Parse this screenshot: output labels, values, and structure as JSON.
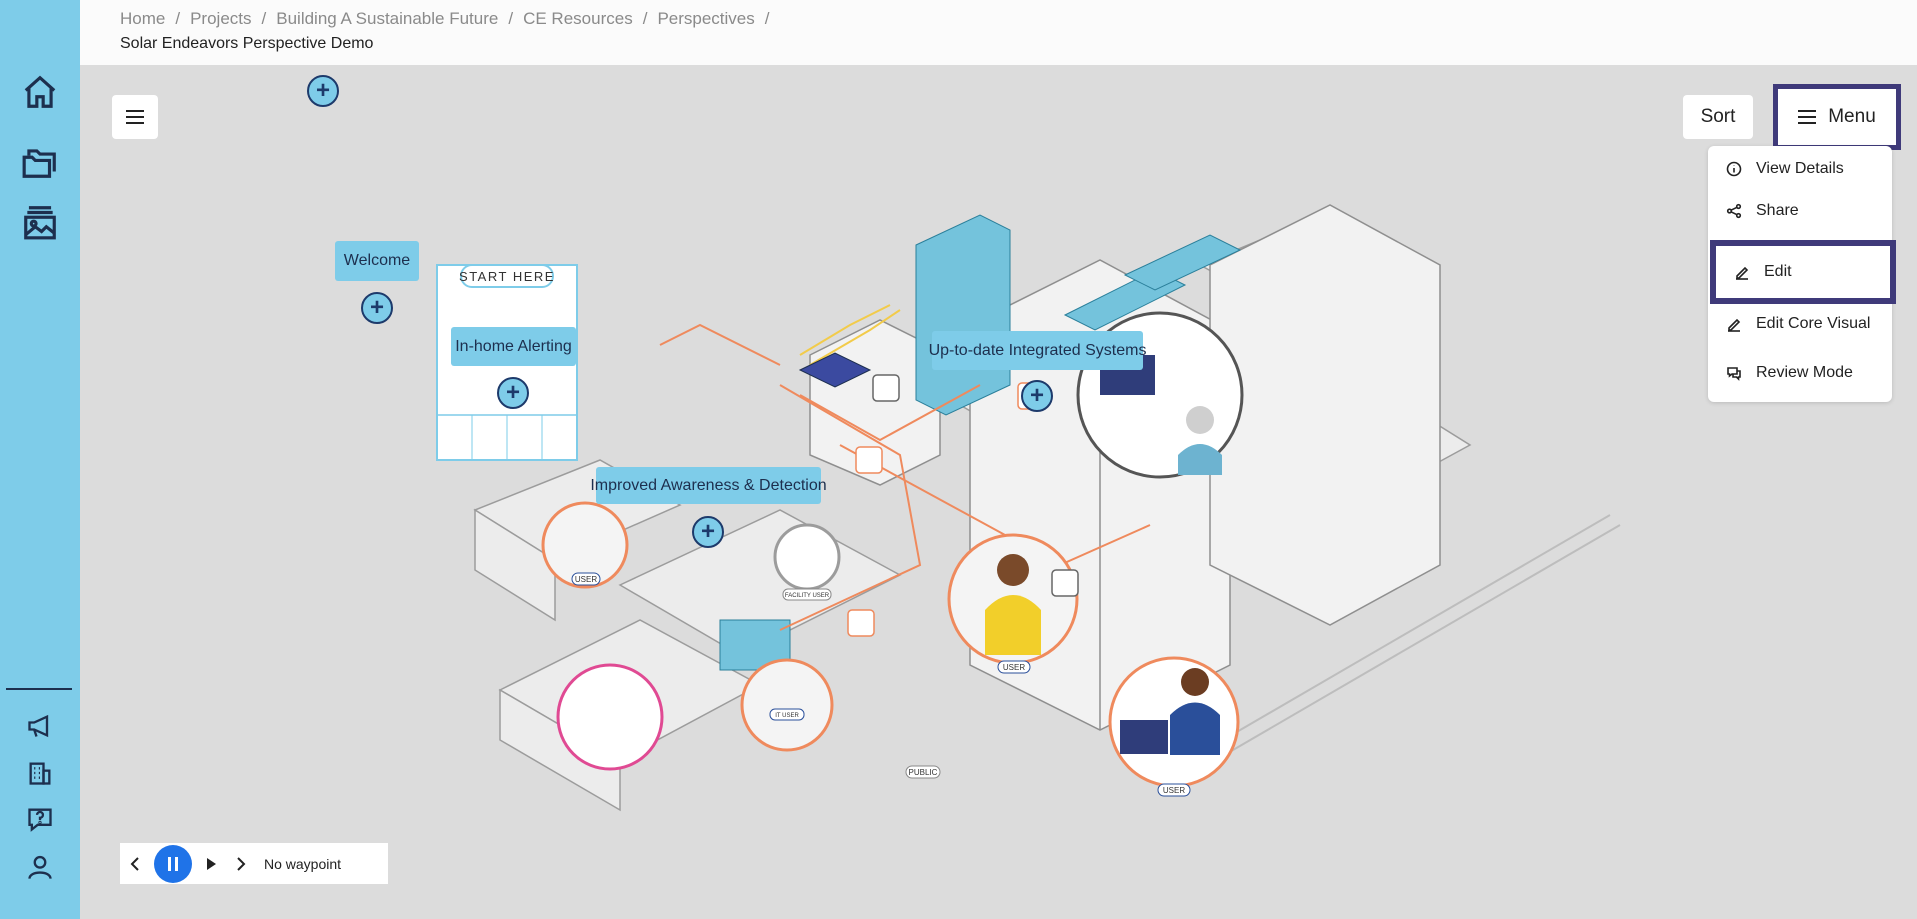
{
  "breadcrumb": [
    "Home",
    "Projects",
    "Building A Sustainable Future",
    "CE Resources",
    "Perspectives"
  ],
  "breadcrumb_separator": "/",
  "page_title": "Solar Endeavors Perspective Demo",
  "toolbar": {
    "sort_label": "Sort",
    "menu_label": "Menu"
  },
  "menu": {
    "items": [
      "View Details",
      "Share",
      "Edit",
      "Edit Core Visual",
      "Review Mode"
    ]
  },
  "scene": {
    "start_here": "START HERE",
    "callouts": {
      "welcome": "Welcome",
      "alerting": "In-home Alerting",
      "integrated": "Up-to-date Integrated Systems",
      "awareness": "Improved Awareness & Detection"
    },
    "tags": {
      "user": "USER",
      "public": "PUBLIC",
      "facility_user": "FACILITY USER",
      "it_user": "IT USER"
    }
  },
  "player": {
    "status": "No waypoint"
  },
  "colors": {
    "rail": "#7ecce9",
    "accent": "#3f3a7a",
    "play": "#1f73e8",
    "callout": "#7ecce9"
  }
}
